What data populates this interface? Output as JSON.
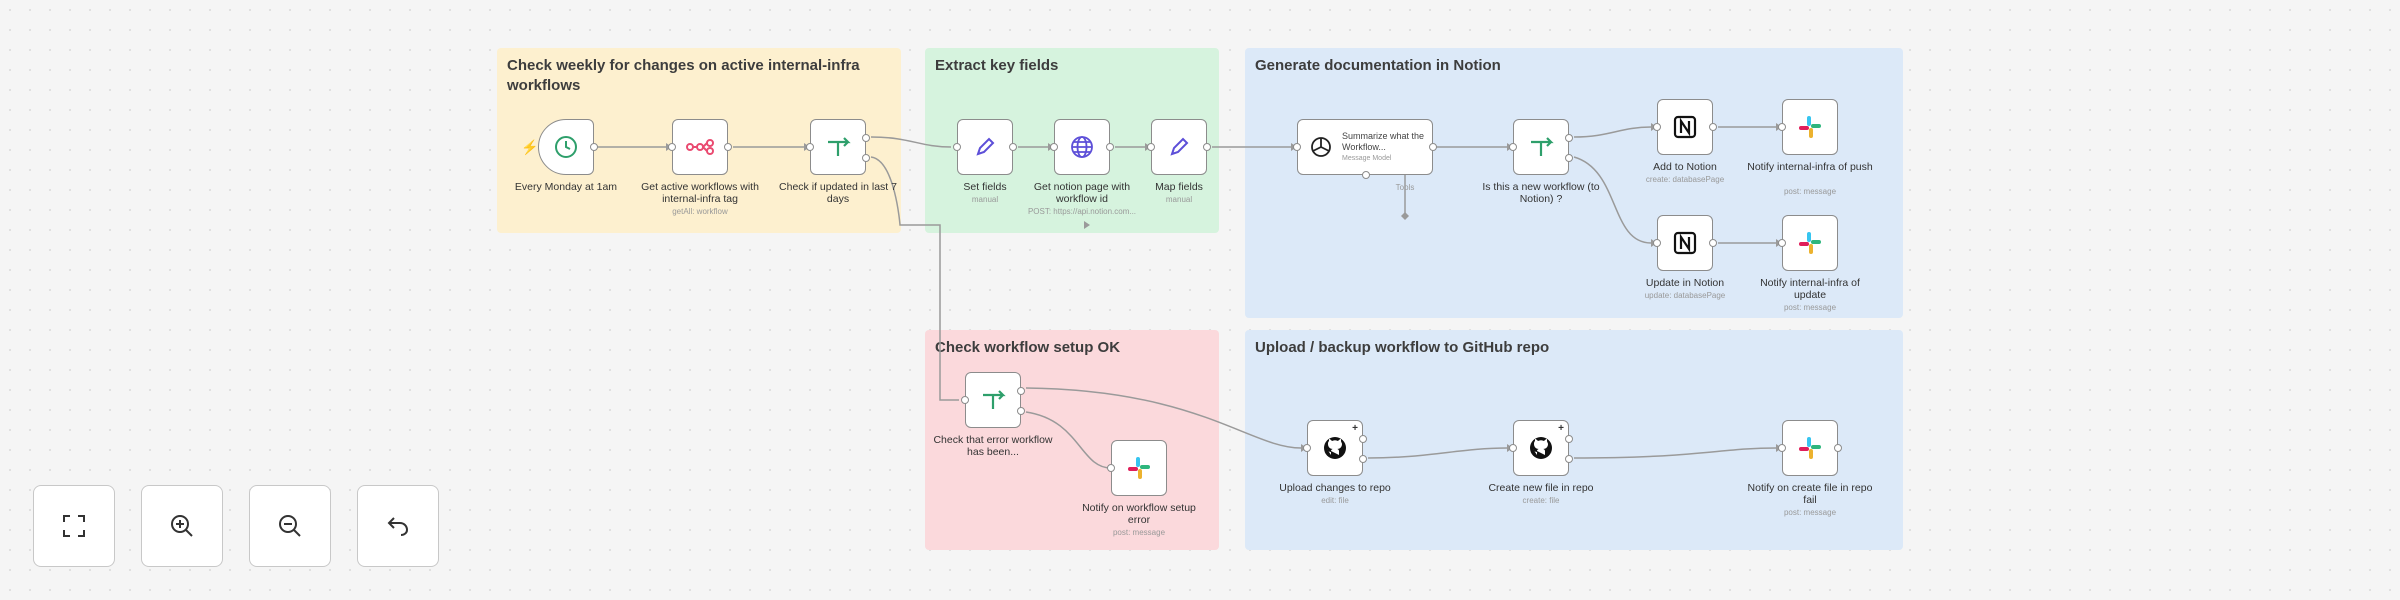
{
  "groups": {
    "schedule": "Check weekly for changes on active internal-infra workflows",
    "extract": "Extract key fields",
    "notion": "Generate documentation in Notion",
    "setup": "Check workflow setup OK",
    "github": "Upload / backup workflow to GitHub repo"
  },
  "nodes": {
    "monday": {
      "label": "Every Monday at 1am",
      "icon": "clock-icon"
    },
    "get_workflows": {
      "label": "Get active workflows with internal-infra tag",
      "sub": "getAll: workflow",
      "icon": "n8n-icon"
    },
    "check_updated": {
      "label": "Check if updated in last 7 days",
      "icon": "if-icon"
    },
    "set_fields": {
      "label": "Set fields",
      "sub": "manual",
      "icon": "pencil-icon"
    },
    "get_notion": {
      "label": "Get notion page with workflow id",
      "sub": "POST: https://api.notion.com...",
      "icon": "globe-icon"
    },
    "map_fields": {
      "label": "Map fields",
      "sub": "manual",
      "icon": "pencil-icon"
    },
    "summarize": {
      "inner": "Summarize what the Workflow...",
      "inner_sub": "Message Model",
      "sub": "Tools",
      "icon": "openai-icon"
    },
    "is_new": {
      "label": "Is this a new workflow (to Notion) ?",
      "icon": "if-icon"
    },
    "add_notion": {
      "label": "Add to Notion",
      "sub": "create: databasePage",
      "icon": "notion-icon"
    },
    "notify_push": {
      "label": "Notify internal-infra of push",
      "sub": "post: message",
      "icon": "slack-icon"
    },
    "update_notion": {
      "label": "Update in Notion",
      "sub": "update: databasePage",
      "icon": "notion-icon"
    },
    "notify_update": {
      "label": "Notify internal-infra of update",
      "sub": "post: message",
      "icon": "slack-icon"
    },
    "check_error": {
      "label": "Check that error workflow has been...",
      "icon": "if-icon"
    },
    "notify_setup": {
      "label": "Notify on workflow setup error",
      "sub": "post: message",
      "icon": "slack-icon"
    },
    "upload_repo": {
      "label": "Upload changes to repo",
      "sub": "edit: file",
      "icon": "github-icon"
    },
    "create_file": {
      "label": "Create new file in repo",
      "sub": "create: file",
      "icon": "github-icon"
    },
    "notify_fail": {
      "label": "Notify on create file in repo fail",
      "sub": "post: message",
      "icon": "slack-icon"
    }
  },
  "controls": [
    {
      "icon": "fit-view-icon"
    },
    {
      "icon": "zoom-in-icon"
    },
    {
      "icon": "zoom-out-icon"
    },
    {
      "icon": "undo-icon"
    }
  ],
  "colors": {
    "yellow_group": "#fdf0cf",
    "green_group": "#d6f3de",
    "blue_group": "#dce9f8",
    "red_group": "#fbd9dc",
    "if_green": "#2e9f6b",
    "n8n_pink": "#ea4b71",
    "tool_purple": "#5d4fd8",
    "slack_red": "#e01e5a",
    "slack_blue": "#36c5f0",
    "slack_green": "#2eb67d",
    "slack_yellow": "#ecb22e"
  }
}
